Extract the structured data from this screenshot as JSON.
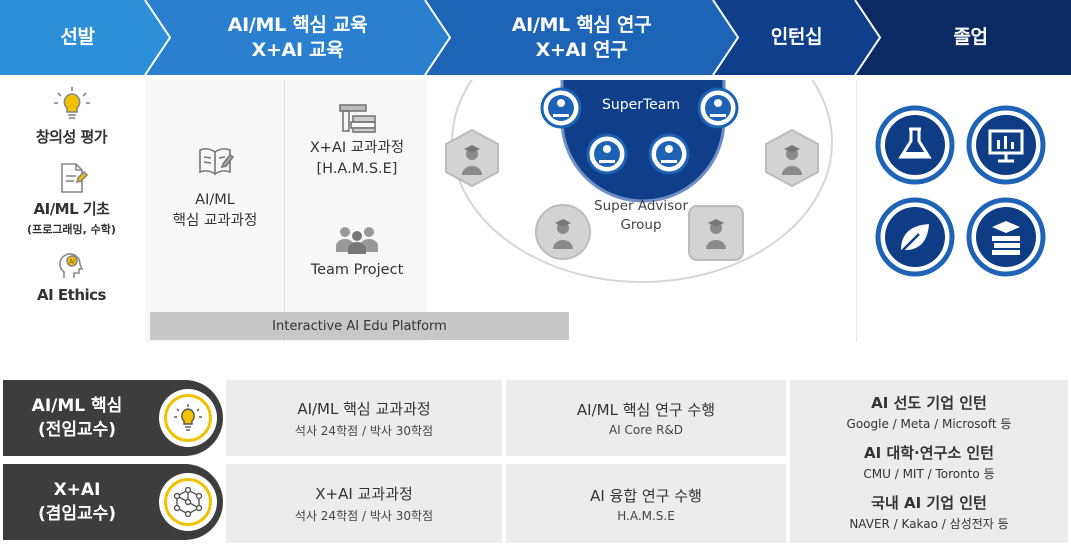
{
  "banner": {
    "stages": [
      {
        "lines": [
          "선발"
        ]
      },
      {
        "lines": [
          "AI/ML 핵심 교육",
          "X+AI 교육"
        ]
      },
      {
        "lines": [
          "AI/ML 핵심 연구",
          "X+AI 연구"
        ]
      },
      {
        "lines": [
          "인턴십"
        ]
      },
      {
        "lines": [
          "졸업"
        ]
      }
    ],
    "colors": {
      "stage1": "#2d8fd8",
      "stage2": "#2a7fce",
      "stage3": "#1d62b4",
      "stage4": "#0f3f8a",
      "stage5": "#0b2a63"
    }
  },
  "selection": {
    "items": [
      {
        "label": "창의성 평가",
        "icon": "lightbulb-icon"
      },
      {
        "label": "AI/ML 기초",
        "sub": "(프로그래밍, 수학)",
        "icon": "document-edit-icon"
      },
      {
        "label": "AI Ethics",
        "icon": "head-ai-icon"
      }
    ]
  },
  "education": {
    "core": {
      "lines": [
        "AI/ML",
        "핵심 교과과정"
      ],
      "icon": "book-edit-icon"
    },
    "xai": {
      "lines": [
        "X+AI 교과과정",
        "[H.A.M.S.E]"
      ],
      "icon": "books-icon"
    },
    "team": {
      "label": "Team Project",
      "icon": "team-icon"
    },
    "platform": "Interactive AI Edu Platform"
  },
  "research": {
    "superteam": "SuperTeam",
    "advisor_lines": [
      "Super Advisor",
      "Group"
    ],
    "colors": {
      "team": "#0f3f8a",
      "member_ring": "#1d62b4",
      "advisor": "#cfcfcf"
    }
  },
  "graduation": {
    "icons": [
      "flask-icon",
      "presentation-chart-icon",
      "leaf-icon",
      "graduation-books-icon"
    ],
    "colors": {
      "ring": "#1f63b6",
      "fill": "#0e3d86"
    }
  },
  "table": {
    "rows": [
      {
        "pill_lines": [
          "AI/ML 핵심",
          "(전임교수)"
        ],
        "icon": "lightbulb-icon",
        "edu": {
          "title": "AI/ML 핵심 교과과정",
          "sub": "석사 24학점 / 박사 30학점"
        },
        "research": {
          "title": "AI/ML 핵심 연구 수행",
          "sub": "AI Core R&D"
        }
      },
      {
        "pill_lines": [
          "X+AI",
          "(겸임교수)"
        ],
        "icon": "network-hexagon-icon",
        "edu": {
          "title": "X+AI 교과과정",
          "sub": "석사 24학점 / 박사 30학점"
        },
        "research": {
          "title": "AI 융합 연구 수행",
          "sub": "H.A.M.S.E"
        }
      }
    ],
    "internships": [
      {
        "title": "AI 선도 기업 인턴",
        "sub": "Google / Meta / Microsoft 등"
      },
      {
        "title": "AI 대학·연구소 인턴",
        "sub": "CMU / MIT / Toronto 등"
      },
      {
        "title": "국내 AI 기업 인턴",
        "sub": "NAVER / Kakao / 삼성전자 등"
      }
    ]
  }
}
